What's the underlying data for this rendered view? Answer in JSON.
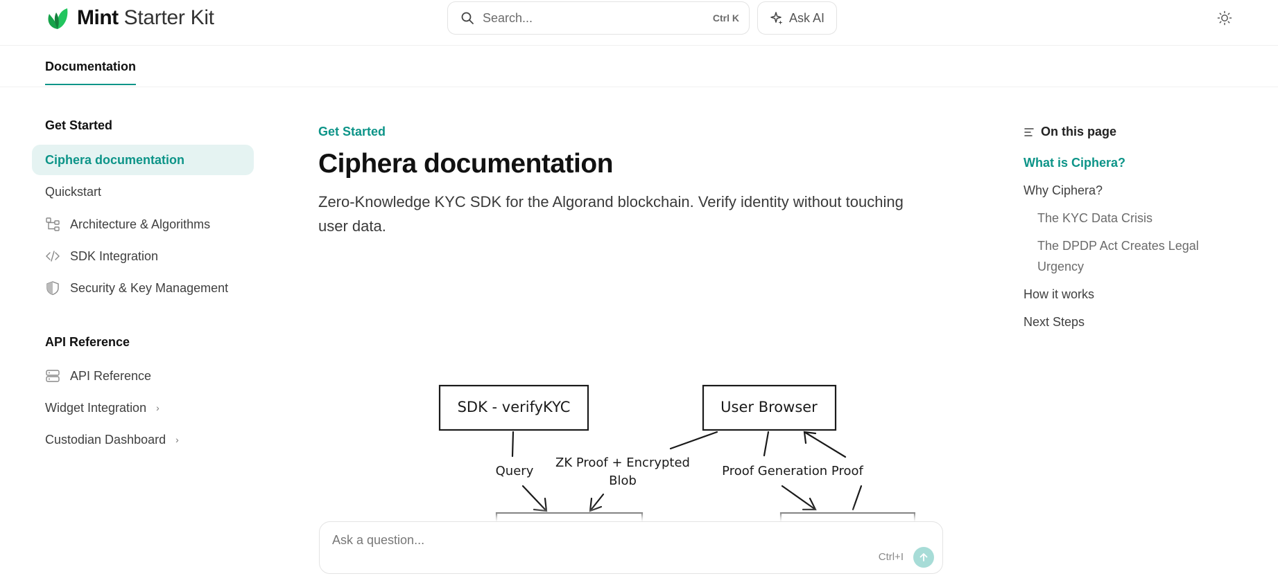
{
  "header": {
    "logo_bold": "Mint",
    "logo_light": "Starter Kit",
    "search_placeholder": "Search...",
    "search_shortcut": "Ctrl K",
    "ask_ai_label": "Ask AI"
  },
  "tabs": [
    {
      "label": "Documentation",
      "active": true
    }
  ],
  "sidebar": {
    "sections": [
      {
        "title": "Get Started",
        "items": [
          {
            "label": "Ciphera documentation",
            "icon": "",
            "active": true
          },
          {
            "label": "Quickstart",
            "icon": ""
          },
          {
            "label": "Architecture & Algorithms",
            "icon": "sitemap-icon"
          },
          {
            "label": "SDK Integration",
            "icon": "code-icon"
          },
          {
            "label": "Security & Key Management",
            "icon": "shield-icon"
          }
        ]
      },
      {
        "title": "API Reference",
        "items": [
          {
            "label": "API Reference",
            "icon": "server-icon"
          },
          {
            "label": "Widget Integration",
            "icon": "",
            "expandable": true
          },
          {
            "label": "Custodian Dashboard",
            "icon": "",
            "expandable": true
          }
        ]
      }
    ]
  },
  "main": {
    "breadcrumb": "Get Started",
    "title": "Ciphera documentation",
    "subtitle": "Zero-Knowledge KYC SDK for the Algorand blockchain. Verify identity without touching user data.",
    "diagram": {
      "box_sdk": "SDK - verifyKYC",
      "box_browser": "User Browser",
      "label_query": "Query",
      "label_zk_line1": "ZK Proof + Encrypted",
      "label_zk_line2": "Blob",
      "label_proof_gen": "Proof Generation Proof"
    }
  },
  "ask_box": {
    "placeholder": "Ask a question...",
    "shortcut": "Ctrl+I"
  },
  "toc": {
    "heading": "On this page",
    "items": [
      {
        "label": "What is Ciphera?",
        "active": true,
        "level": 1
      },
      {
        "label": "Why Ciphera?",
        "level": 1
      },
      {
        "label": "The KYC Data Crisis",
        "level": 2
      },
      {
        "label": "The DPDP Act Creates Legal Urgency",
        "level": 2
      },
      {
        "label": "How it works",
        "level": 1
      },
      {
        "label": "Next Steps",
        "level": 1
      }
    ]
  },
  "colors": {
    "accent": "#0d9488",
    "active_bg": "#e5f3f2",
    "logo_green": "#22a35a"
  }
}
